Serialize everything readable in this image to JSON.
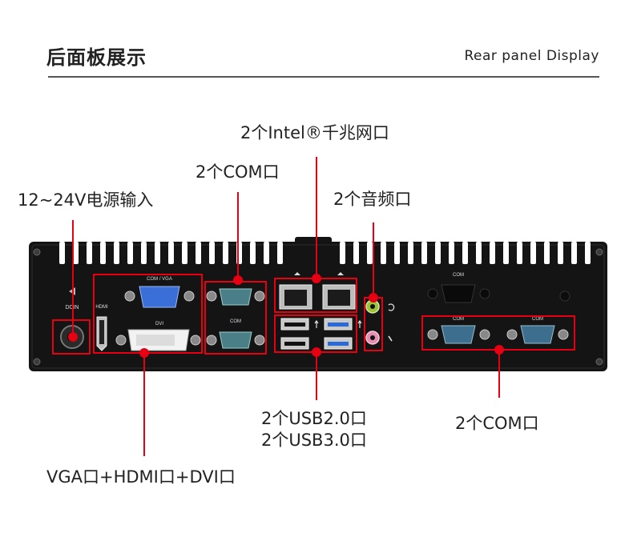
{
  "header": {
    "title": "后面板展示",
    "subtitle": "Rear panel Display"
  },
  "callouts": {
    "power": "12~24V电源输入",
    "com_top": "2个COM口",
    "lan": "2个Intel®千兆网口",
    "audio": "2个音频口",
    "usb_line1": "2个USB2.0口",
    "usb_line2": "2个USB3.0口",
    "com_right": "2个COM口",
    "video": "VGA口+HDMI口+DVI口"
  },
  "panel_labels": {
    "dc_in": "DCIN",
    "com_vga": "COM / VGA",
    "hdmi": "HDMI",
    "dvi": "DVI",
    "com_mid": "COM",
    "com_upper_right": "COM",
    "com_right_a": "COM",
    "com_right_b": "COM"
  },
  "colors": {
    "accent": "#e60012",
    "chassis": "#141414",
    "vga_blue": "#3a6fd8",
    "usb3_blue": "#2a6ad6",
    "audio_green": "#9bc43a",
    "audio_pink": "#e58fb0"
  }
}
